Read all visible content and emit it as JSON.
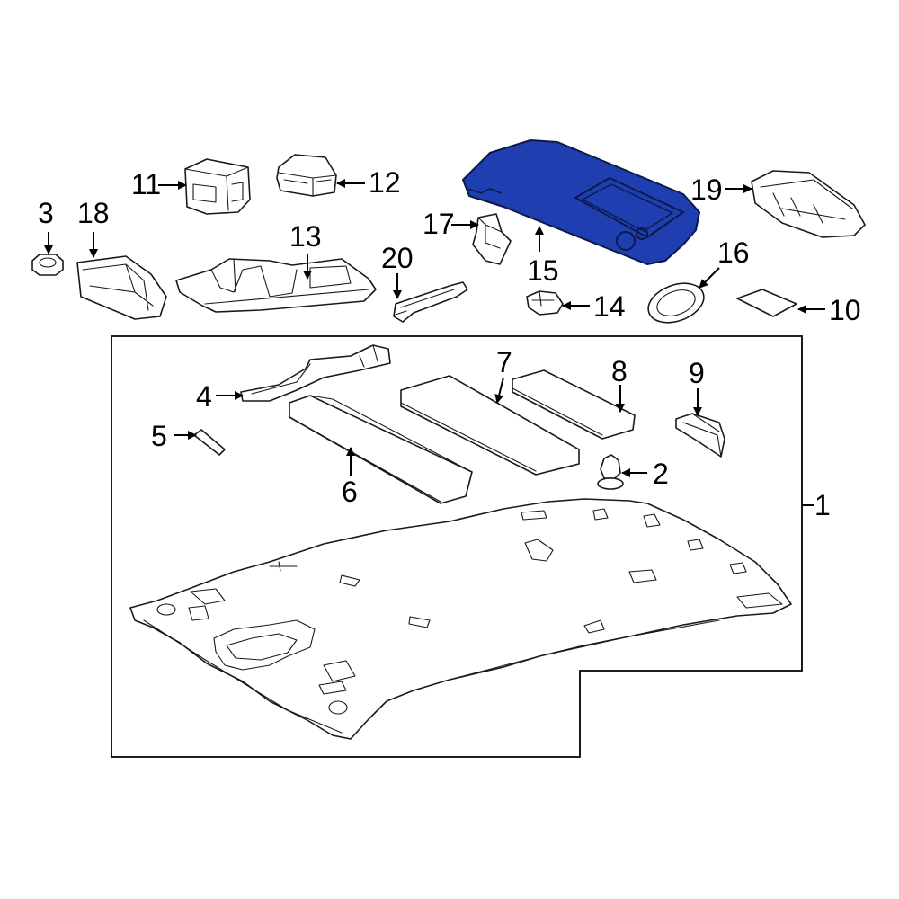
{
  "diagram": {
    "highlight_color": "#1f3fb0",
    "callouts": {
      "c1": "1",
      "c2": "2",
      "c3": "3",
      "c4": "4",
      "c5": "5",
      "c6": "6",
      "c7": "7",
      "c8": "8",
      "c9": "9",
      "c10": "10",
      "c11": "11",
      "c12": "12",
      "c13": "13",
      "c14": "14",
      "c15": "15",
      "c16": "16",
      "c17": "17",
      "c18": "18",
      "c19": "19",
      "c20": "20"
    }
  }
}
